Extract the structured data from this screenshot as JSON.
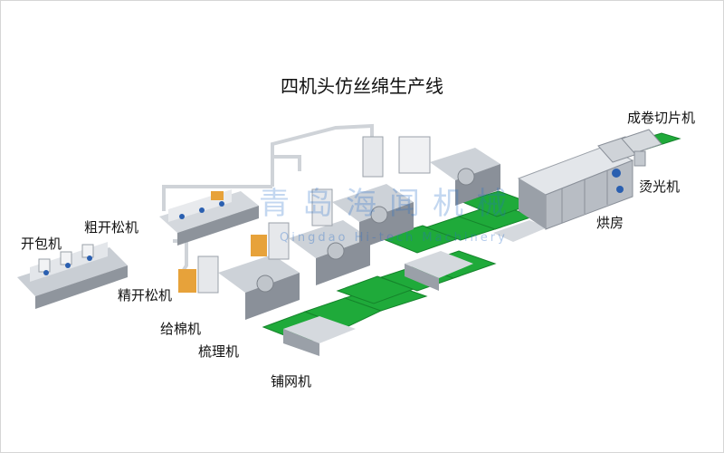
{
  "diagram": {
    "title": "四机头仿丝绵生产线",
    "labels": {
      "bale_opener": "开包机",
      "coarse_opener": "粗开松机",
      "fine_opener": "精开松机",
      "feeder": "给棉机",
      "carding": "梳理机",
      "cross_lapper": "铺网机",
      "oven": "烘房",
      "ironing": "烫光机",
      "roll_cutter": "成卷切片机"
    },
    "watermark": {
      "text": "青岛海闻机械",
      "subtext": "Qingdao Hi-tech Machinery"
    }
  },
  "colors": {
    "belt_green": "#1faa3a",
    "machine_gray": "#d9dde2",
    "machine_dark": "#8a9099",
    "accent_blue": "#2a5fb0",
    "duct_white": "#f3f4f6"
  }
}
